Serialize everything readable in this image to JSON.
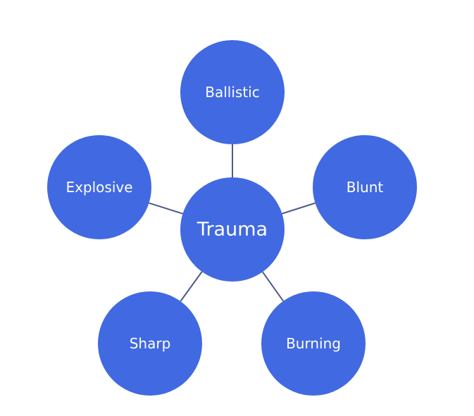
{
  "diagram": {
    "type": "radial-cycle",
    "colors": {
      "node_fill": "#4169E1",
      "connector": "#4d5a8c",
      "text": "#ffffff"
    },
    "center": {
      "id": "trauma",
      "label": "Trauma"
    },
    "nodes": [
      {
        "id": "ballistic",
        "label": "Ballistic"
      },
      {
        "id": "blunt",
        "label": "Blunt"
      },
      {
        "id": "burning",
        "label": "Burning"
      },
      {
        "id": "sharp",
        "label": "Sharp"
      },
      {
        "id": "explosive",
        "label": "Explosive"
      }
    ]
  }
}
